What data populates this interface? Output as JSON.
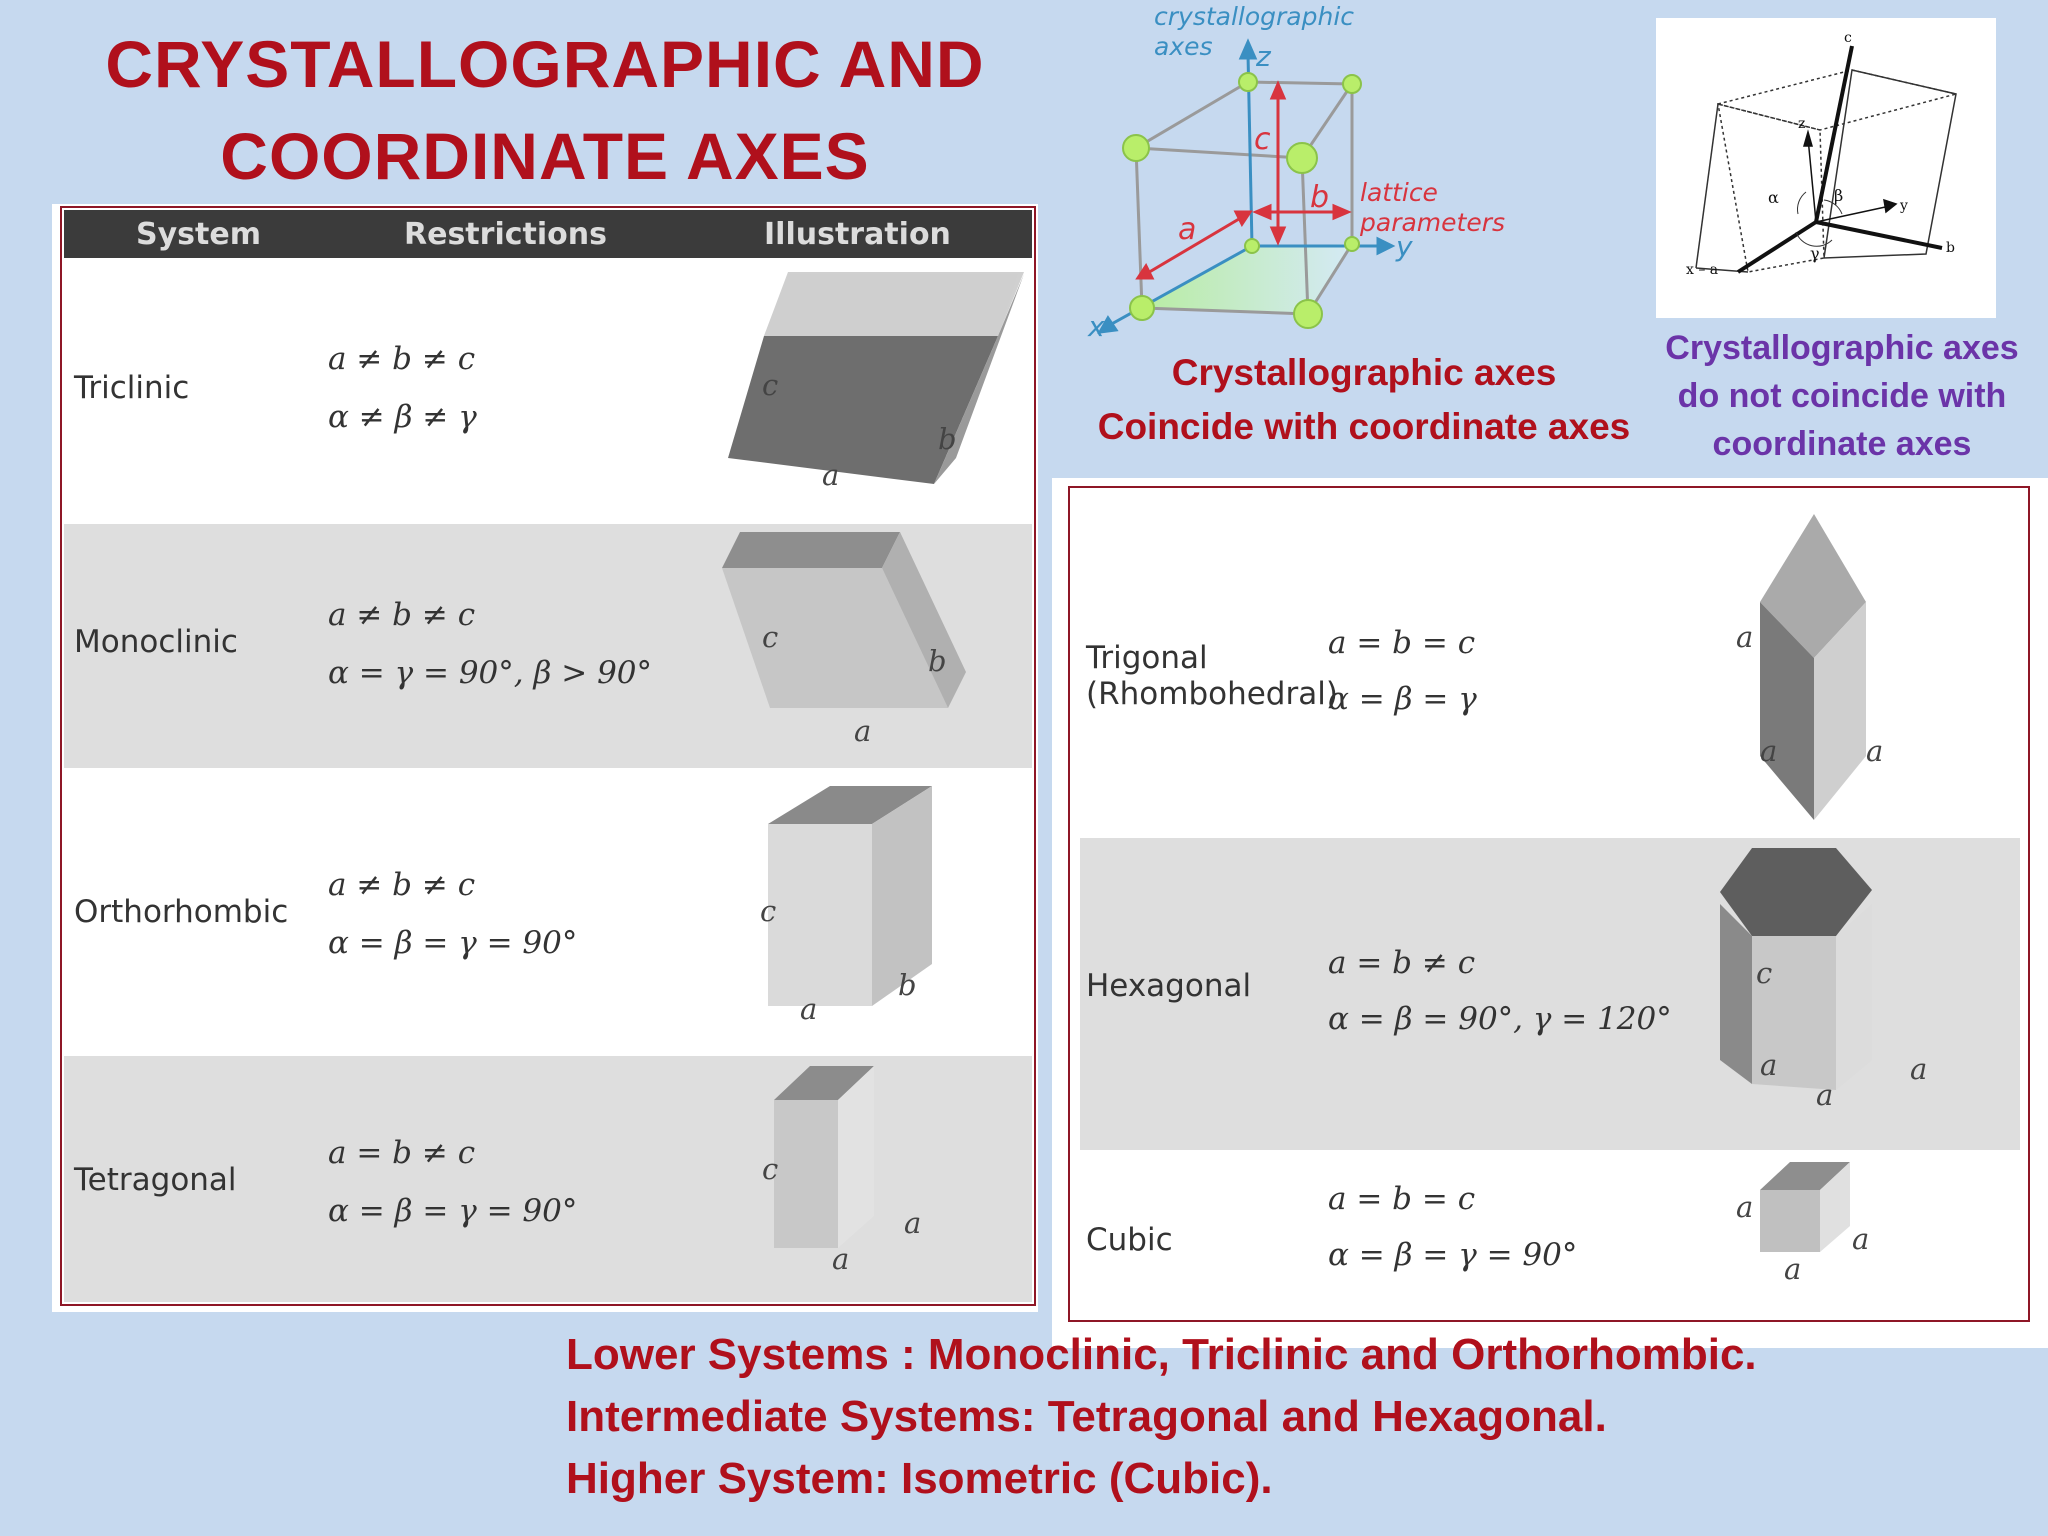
{
  "title": {
    "line1": "CRYSTALLOGRAPHIC AND",
    "line2": "COORDINATE AXES"
  },
  "left_table": {
    "headers": [
      "System",
      "Restrictions",
      "Illustration"
    ],
    "rows": [
      {
        "system": "Triclinic",
        "r1": "a ≠ b ≠ c",
        "r2": "α ≠ β ≠ γ",
        "labels": {
          "c": "c",
          "a": "a",
          "b": "b"
        }
      },
      {
        "system": "Monoclinic",
        "r1": "a ≠ b ≠ c",
        "r2": "α = γ = 90°,  β > 90°",
        "labels": {
          "c": "c",
          "a": "a",
          "b": "b"
        }
      },
      {
        "system": "Orthorhombic",
        "r1": "a ≠ b ≠ c",
        "r2": "α = β = γ = 90°",
        "labels": {
          "c": "c",
          "a": "a",
          "b": "b"
        }
      },
      {
        "system": "Tetragonal",
        "r1": "a = b ≠ c",
        "r2": "α = β = γ = 90°",
        "labels": {
          "c": "c",
          "a": "a",
          "a2": "a"
        }
      }
    ]
  },
  "right_table": {
    "rows": [
      {
        "system_l1": "Trigonal",
        "system_l2": "(Rhombohedral)",
        "r1": "a = b = c",
        "r2": "α = β = γ",
        "labels": {
          "a1": "a",
          "a2": "a",
          "a3": "a"
        }
      },
      {
        "system_l1": "Hexagonal",
        "system_l2": "",
        "r1": "a = b ≠ c",
        "r2": "α = β = 90°,  γ = 120°",
        "labels": {
          "c": "c",
          "a1": "a",
          "a2": "a",
          "a3": "a"
        }
      },
      {
        "system_l1": "Cubic",
        "system_l2": "",
        "r1": "a = b = c",
        "r2": "α = β = γ = 90°",
        "labels": {
          "a1": "a",
          "a2": "a",
          "a3": "a"
        }
      }
    ]
  },
  "axes_diagram": {
    "axes_caption_l1": "crystallographic",
    "axes_caption_l2": "axes",
    "z": "z",
    "y": "y",
    "x": "x",
    "a": "a",
    "b": "b",
    "c": "c",
    "lattice_l1": "lattice",
    "lattice_l2": "parameters"
  },
  "caption_coincide": {
    "line1": "Crystallographic axes",
    "line2": "Coincide with coordinate axes"
  },
  "oblique_diagram": {
    "c": "c",
    "z": "z",
    "b": "b",
    "y": "y",
    "xa": "x – a",
    "alpha": "α",
    "beta": "β",
    "gamma": "γ"
  },
  "caption_not_coincide": {
    "line1": "Crystallographic axes",
    "line2": "do not coincide with",
    "line3": "coordinate axes"
  },
  "bottom_notes": {
    "lower": "Lower Systems : Monoclinic, Triclinic and Orthorhombic.",
    "intermediate": "Intermediate Systems: Tetragonal and Hexagonal.",
    "higher": "Higher System: Isometric (Cubic)."
  },
  "colors": {
    "background": "#c6d9ef",
    "title_red": "#b0101c",
    "caption_purple": "#6b34a8",
    "axis_blue": "#3a8fc2",
    "lattice_red": "#d8343e",
    "atom_green": "#b9ee6a"
  }
}
